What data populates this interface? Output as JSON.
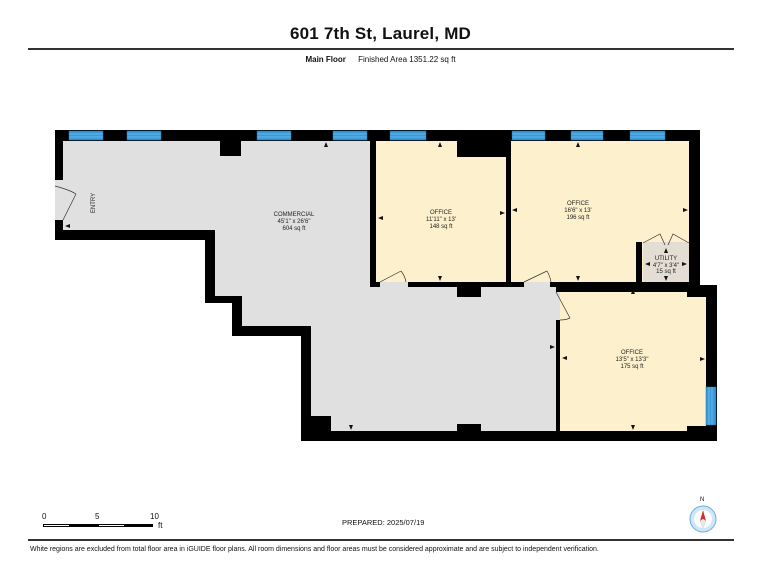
{
  "header": {
    "title": "601 7th St, Laurel, MD",
    "floor_name": "Main Floor",
    "finished_area": "Finished Area 1351.22 sq ft"
  },
  "rooms": [
    {
      "name": "COMMERCIAL",
      "dims": "45'1\" x 26'6\"",
      "area": "604 sq ft",
      "fill": "#e0e0e0"
    },
    {
      "name": "OFFICE",
      "dims": "11'11\" x 13'",
      "area": "148 sq ft",
      "fill": "#fdf0cc"
    },
    {
      "name": "OFFICE",
      "dims": "16'6\" x 13'",
      "area": "196 sq ft",
      "fill": "#fdf0cc"
    },
    {
      "name": "UTILITY",
      "dims": "4'7\" x 3'4\"",
      "area": "15 sq ft",
      "fill": "#e3ddd4"
    },
    {
      "name": "OFFICE",
      "dims": "13'5\" x 13'3\"",
      "area": "175 sq ft",
      "fill": "#fdf0cc"
    }
  ],
  "entry_label": "ENTRY",
  "scale_bar": {
    "labels": [
      "0",
      "5",
      "10"
    ],
    "unit": "ft"
  },
  "compass": {
    "label": "N"
  },
  "prepared": "PREPARED: 2025/07/19",
  "disclaimer": "White regions are excluded from total floor area in iGUIDE floor plans. All room dimensions and floor areas must be considered approximate and are subject to independent verification.",
  "colors": {
    "wall": "#000000",
    "window": "#3a9ad9",
    "commercial": "#e0e0e0",
    "office": "#fdf0cc",
    "utility": "#e3ddd4"
  }
}
